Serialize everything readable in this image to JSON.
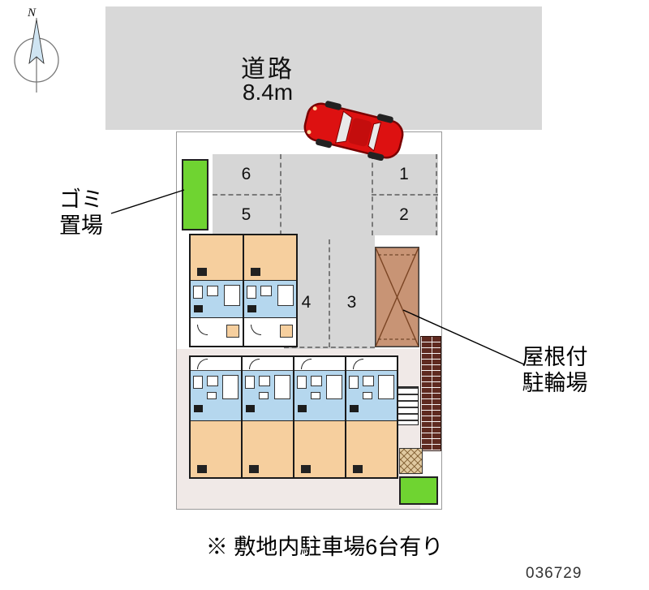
{
  "road": {
    "name": "道路",
    "width": "8.4m"
  },
  "compass": {
    "north_label": "N"
  },
  "parking": {
    "stalls": {
      "s1": "1",
      "s2": "2",
      "s3": "3",
      "s4": "4",
      "s5": "5",
      "s6": "6"
    }
  },
  "annotations": {
    "garbage_line1": "ゴミ",
    "garbage_line2": "置場",
    "bike_line1": "屋根付",
    "bike_line2": "駐輪場"
  },
  "footer": {
    "note": "※ 敷地内駐車場6台有り",
    "plan_number": "036729"
  },
  "colors": {
    "road_gray": "#d8d8d8",
    "stall_gray": "#d6d6d6",
    "green": "#6fd431",
    "room_tan": "#f6cf9e",
    "bath_blue": "#b5d7ee",
    "bike_brown": "#c89475",
    "brick_red": "#5f2a20",
    "car_red": "#dd1111"
  }
}
